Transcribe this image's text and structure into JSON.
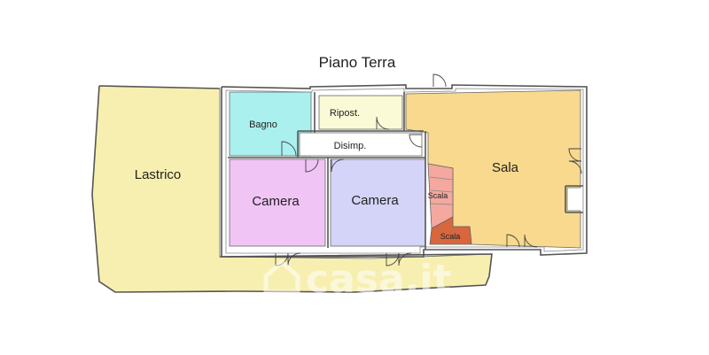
{
  "title": "Piano Terra",
  "rooms": {
    "lastrico": "Lastrico",
    "bagno": "Bagno",
    "ripost": "Ripost.",
    "disimp": "Disimp.",
    "camera1": "Camera",
    "camera2": "Camera",
    "sala": "Sala",
    "scala1": "Scala",
    "scala2": "Scala"
  },
  "colors": {
    "lastrico": "#f7efb0",
    "bagno": "#aaf0ee",
    "ripost": "#fafad6",
    "disimp": "#ffffff",
    "camera1": "#f0c4f5",
    "camera2": "#d4d4f8",
    "sala": "#f8d98e",
    "scala1": "#f4a8a0",
    "scala2": "#d9663c",
    "wall": "#555555"
  },
  "watermark": "casa.it"
}
